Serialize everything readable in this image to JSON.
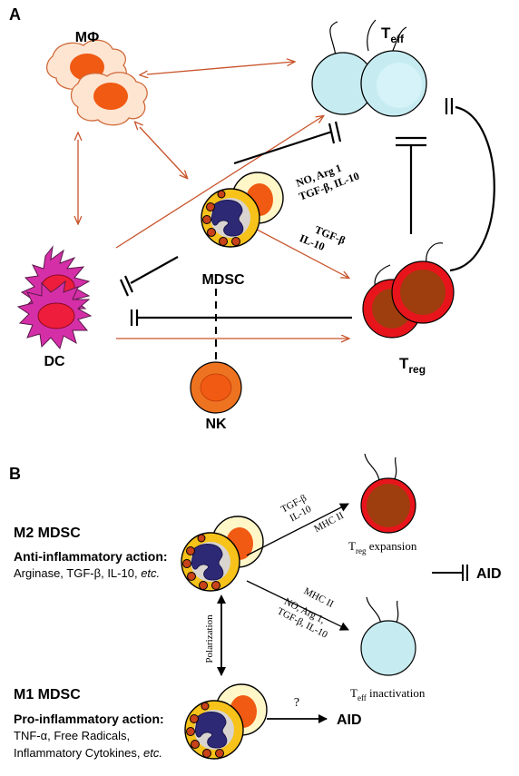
{
  "panelA": {
    "label": "A",
    "cells": {
      "macrophage": "MΦ",
      "teff_main": "T",
      "teff_sub": "eff",
      "dc": "DC",
      "mdsc": "MDSC",
      "nk": "NK",
      "treg_main": "T",
      "treg_sub": "reg"
    },
    "mediators": {
      "to_teff_line1": "NO, Arg 1",
      "to_teff_line2": "TGF-β, IL-10",
      "to_treg_line1": "TGF-β",
      "to_treg_line2": "IL-10"
    }
  },
  "panelB": {
    "label": "B",
    "m2": {
      "title": "M2 MDSC",
      "action_title": "Anti-inflammatory action:",
      "factors": "Arginase, TGF-β, IL-10, ",
      "factors_etc": "etc."
    },
    "m1": {
      "title": "M1 MDSC",
      "action_title": "Pro-inflammatory action:",
      "factors_line1": "TNF-α, Free Radicals,",
      "factors_line2": "Inflammatory Cytokines, ",
      "factors_etc": "etc."
    },
    "polarization": "Polarization",
    "treg_arrow_line1": "TGF-β",
    "treg_arrow_line2": "IL-10",
    "treg_arrow_line3": "MHC II",
    "teff_arrow_line1": "MHC II",
    "teff_arrow_line2": "NO, Arg 1,",
    "teff_arrow_line3": "TGF-β, IL-10",
    "treg_expansion_main": "T",
    "treg_expansion_sub": "reg",
    "treg_expansion_rest": " expansion",
    "teff_inactivation_main": "T",
    "teff_inactivation_sub": "eff",
    "teff_inactivation_rest": " inactivation",
    "aid_inhibited": "AID",
    "question": "?",
    "aid_promoted": "AID"
  },
  "colors": {
    "arrow_orange": "#c8532a",
    "inhibit_black": "#000000",
    "macrophage_body": "#fde5d2",
    "nucleus_orange": "#f05a12",
    "teff_fill": "#c6ecf2",
    "treg_outer": "#e8141c",
    "treg_inner": "#9e3d0d",
    "dc_body": "#d52fa8",
    "dc_nucleus": "#ee1d3b",
    "mdsc_yellow": "#f7c21a",
    "mdsc_nucleus": "#2e2975",
    "granule": "#c8421a",
    "mono_body": "#fff7c8",
    "nk_body": "#ed7320"
  }
}
